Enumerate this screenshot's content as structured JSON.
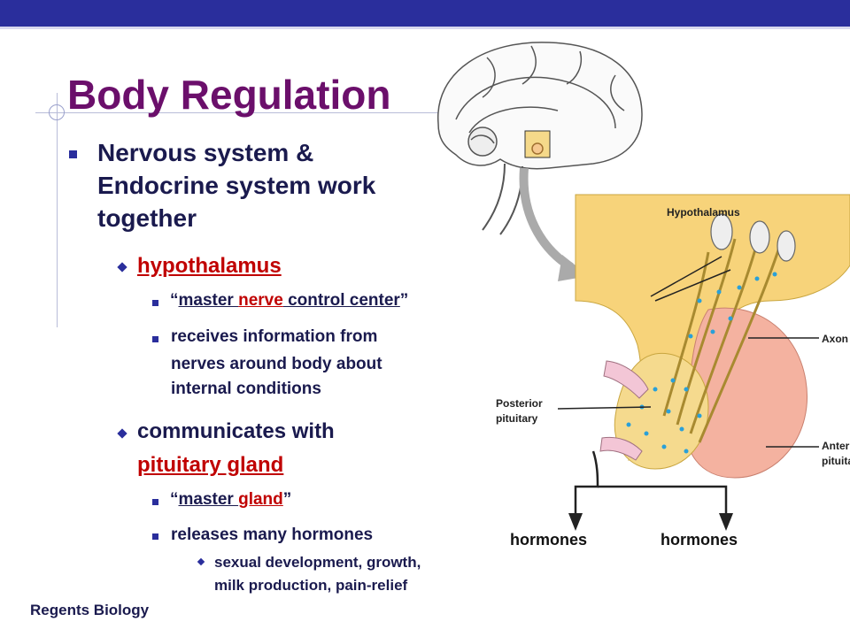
{
  "title": "Body Regulation",
  "bullets": {
    "b1_line1": "Nervous system &",
    "b1_line2": "Endocrine system work",
    "b1_line3": "together",
    "hypothalamus": "hypothalamus",
    "mnc_q1": "“",
    "mnc_a": "master ",
    "mnc_b": "nerve",
    "mnc_c": " control center",
    "mnc_q2": "”",
    "recv_line1": "receives information from",
    "recv_line2": "nerves around body about",
    "recv_line3": "internal conditions",
    "comm_line1": "communicates with",
    "comm_line2": "pituitary gland",
    "mg_q1": "“",
    "mg_a": "master ",
    "mg_b": "gland",
    "mg_q2": "”",
    "releases": "releases many hormones",
    "sex_line1": "sexual development, growth,",
    "sex_line2": "milk production, pain-relief"
  },
  "diagram": {
    "label_hypothalamus": "Hypothalamus",
    "label_axon": "Axon",
    "label_posterior_1": "Posterior",
    "label_posterior_2": "pituitary",
    "label_anterior_1": "Anterior",
    "label_anterior_2": "pituitary",
    "hormones_left": "hormones",
    "hormones_right": "hormones"
  },
  "footer": "Regents Biology",
  "colors": {
    "band": "#2a2e9c",
    "title": "#6b0f6b",
    "text": "#1a1a4e",
    "accent_red": "#c00000"
  }
}
